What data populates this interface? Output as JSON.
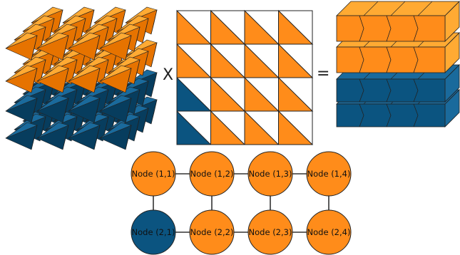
{
  "colors": {
    "orange": "#ff8c1a",
    "orange_light": "#ffaa33",
    "orange_dark": "#e67300",
    "blue": "#0b5480",
    "blue_light": "#1a6a9c",
    "blue_dark": "#073d5e",
    "stroke": "#222222",
    "edge": "#333333"
  },
  "operators": {
    "multiply": "X",
    "equals": "="
  },
  "matrix": {
    "rows": 4,
    "cols": 4,
    "cell_colors": [
      [
        "orange",
        "orange",
        "orange",
        "orange"
      ],
      [
        "orange",
        "orange",
        "orange",
        "orange"
      ],
      [
        "blue",
        "orange",
        "orange",
        "orange"
      ],
      [
        "blue",
        "orange",
        "orange",
        "orange"
      ]
    ]
  },
  "pyramid_grid": {
    "layers": 4,
    "layer_colors": [
      "orange",
      "orange",
      "blue",
      "blue"
    ]
  },
  "result_cube": {
    "layers": 4,
    "layer_colors": [
      "orange",
      "orange",
      "blue",
      "blue"
    ]
  },
  "nodes": [
    {
      "id": "n11",
      "label": "Node (1,1)",
      "color": "orange",
      "row": 1,
      "col": 1
    },
    {
      "id": "n12",
      "label": "Node (1,2)",
      "color": "orange",
      "row": 1,
      "col": 2
    },
    {
      "id": "n13",
      "label": "Node (1,3)",
      "color": "orange",
      "row": 1,
      "col": 3
    },
    {
      "id": "n14",
      "label": "Node (1,4)",
      "color": "orange",
      "row": 1,
      "col": 4
    },
    {
      "id": "n21",
      "label": "Node (2,1)",
      "color": "blue",
      "row": 2,
      "col": 1
    },
    {
      "id": "n22",
      "label": "Node (2,2)",
      "color": "orange",
      "row": 2,
      "col": 2
    },
    {
      "id": "n23",
      "label": "Node (2,3)",
      "color": "orange",
      "row": 2,
      "col": 3
    },
    {
      "id": "n24",
      "label": "Node (2,4)",
      "color": "orange",
      "row": 2,
      "col": 4
    }
  ],
  "edges": [
    [
      "n11",
      "n12"
    ],
    [
      "n12",
      "n13"
    ],
    [
      "n13",
      "n14"
    ],
    [
      "n21",
      "n22"
    ],
    [
      "n22",
      "n23"
    ],
    [
      "n23",
      "n24"
    ],
    [
      "n11",
      "n21"
    ],
    [
      "n12",
      "n22"
    ],
    [
      "n13",
      "n23"
    ],
    [
      "n14",
      "n24"
    ]
  ]
}
